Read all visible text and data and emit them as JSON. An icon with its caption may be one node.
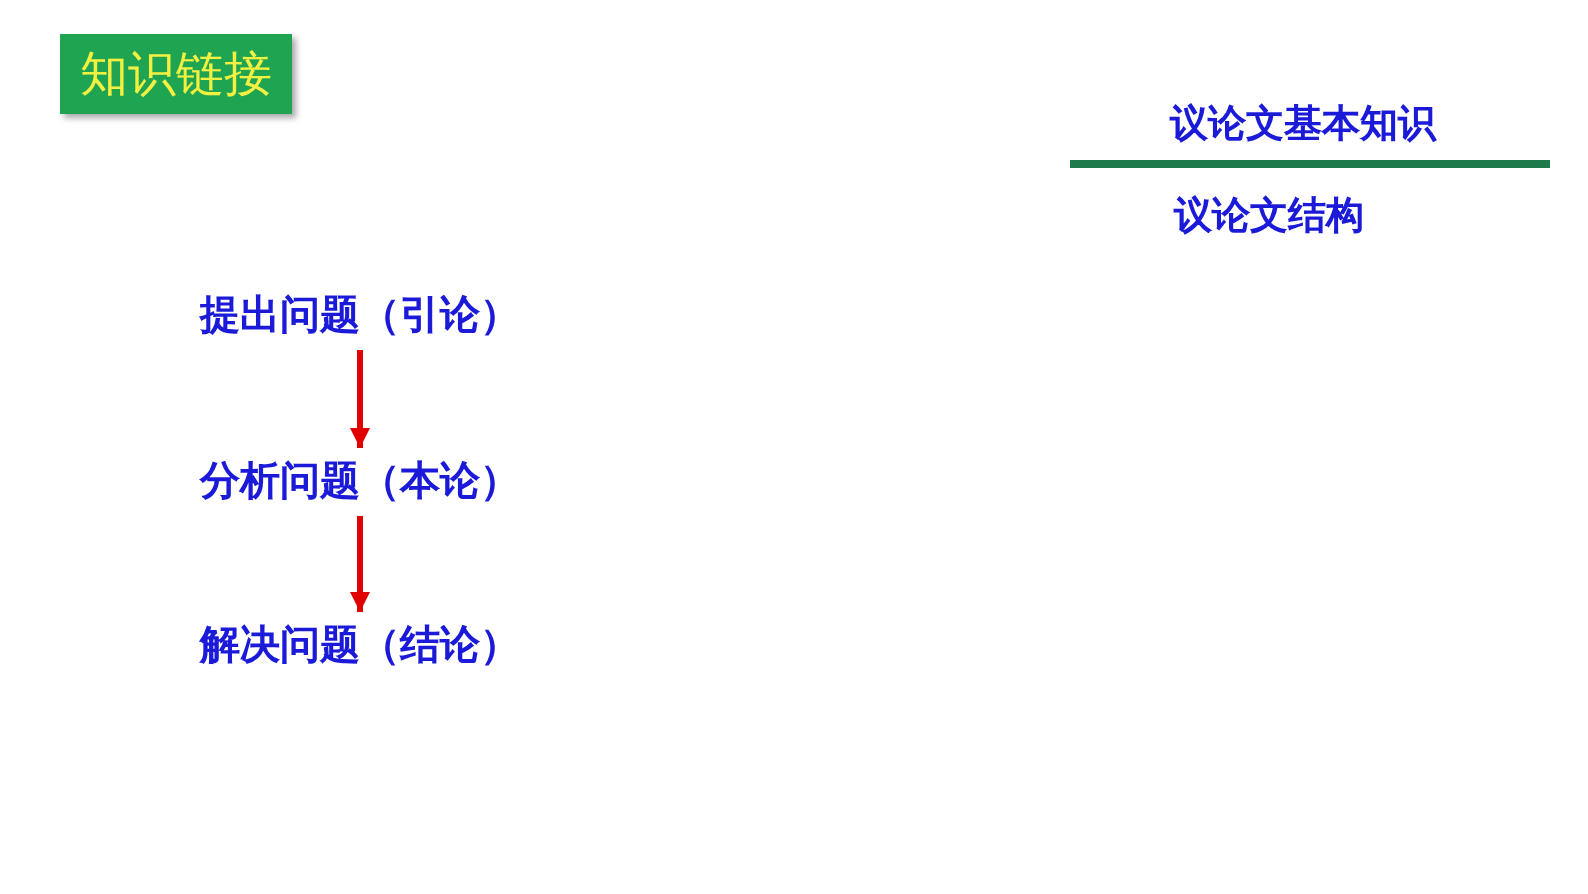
{
  "diagram": {
    "nodes": [
      {
        "text": [
          "提出问题（引论）"
        ]
      },
      {
        "text": [
          "分析问题（本论）"
        ]
      },
      {
        "text": [
          "解决问题（结论）"
        ]
      },
      {
        "text": [
          "知识链接"
        ]
      }
    ],
    "edges": [
      {
        "from": 0,
        "to": 1,
        "arrow": "to",
        "color": "#e00000"
      },
      {
        "from": 1,
        "to": 2,
        "arrow": "to",
        "color": "#e00000"
      }
    ],
    "labels": [
      "议论文基本知识",
      "议论文结构"
    ]
  }
}
